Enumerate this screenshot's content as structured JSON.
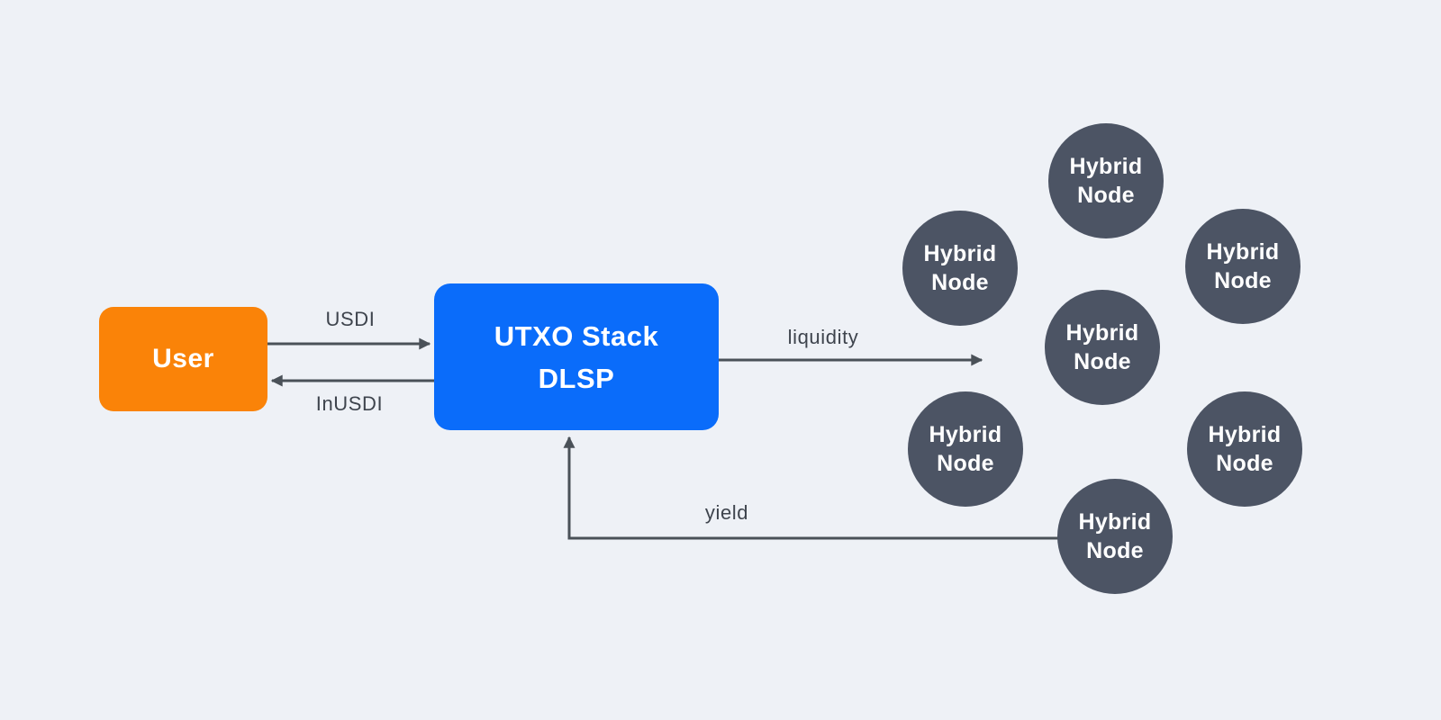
{
  "colors": {
    "background": "#EEF1F6",
    "user_box": "#FA8308",
    "dlsp_box": "#0A6CFA",
    "hybrid_node": "#4C5464",
    "arrow": "#4A5158",
    "edge_label": "#3E444D",
    "box_text": "#FFFFFF"
  },
  "boxes": {
    "user": {
      "label": "User"
    },
    "dlsp": {
      "label": "UTXO Stack DLSP"
    }
  },
  "edges": {
    "usdi": {
      "label": "USDI",
      "from": "User",
      "to": "UTXO Stack DLSP"
    },
    "inusdi": {
      "label": "InUSDI",
      "from": "UTXO Stack DLSP",
      "to": "User"
    },
    "liquidity": {
      "label": "liquidity",
      "from": "UTXO Stack DLSP",
      "to": "Hybrid Node cluster"
    },
    "yield": {
      "label": "yield",
      "from": "Hybrid Node cluster",
      "to": "UTXO Stack DLSP"
    }
  },
  "hybrid_nodes": [
    {
      "label": "Hybrid Node"
    },
    {
      "label": "Hybrid Node"
    },
    {
      "label": "Hybrid Node"
    },
    {
      "label": "Hybrid Node"
    },
    {
      "label": "Hybrid Node"
    },
    {
      "label": "Hybrid Node"
    },
    {
      "label": "Hybrid Node"
    }
  ]
}
